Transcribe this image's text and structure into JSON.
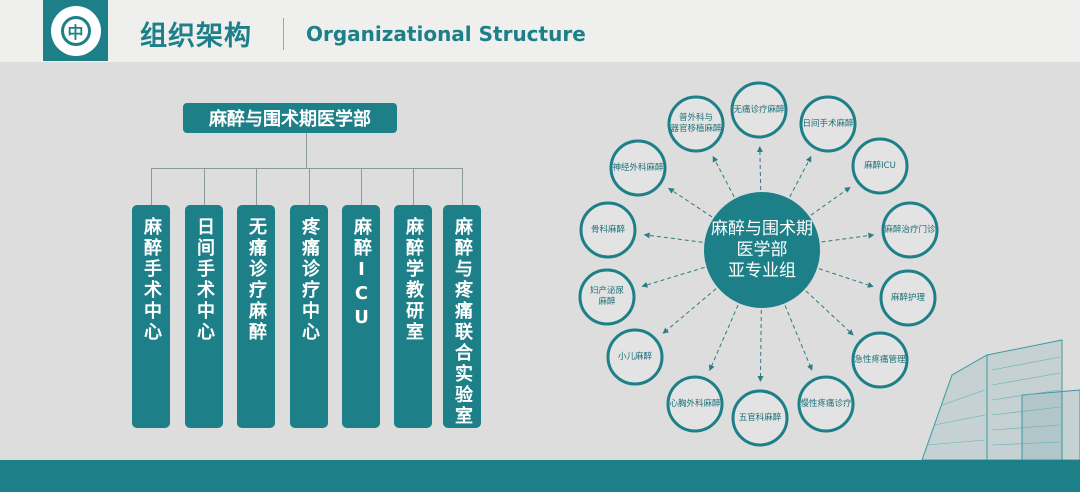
{
  "header": {
    "title_cn": "组织架构",
    "title_en": "Organizational Structure"
  },
  "org_chart": {
    "root": "麻醉与围术期医学部",
    "departments": [
      "麻醉手术中心",
      "日间手术中心",
      "无痛诊疗麻醉",
      "疼痛诊疗中心",
      "麻醉ICU",
      "麻醉学教研室",
      "麻醉与疼痛联合实验室"
    ]
  },
  "radial": {
    "center": [
      "麻醉与围术期",
      "医学部",
      "亚专业组"
    ],
    "groups": [
      "无痛诊疗麻醉",
      "日间手术麻醉",
      "麻醉ICU",
      "麻醉治疗门诊",
      "麻醉护理",
      "急性疼痛管理",
      "慢性疼痛诊疗",
      "五官科麻醉",
      "心胸外科麻醉",
      "小儿麻醉",
      "妇产泌尿\n麻醉",
      "骨科麻醉",
      "神经外科麻醉",
      "普外科与\n器官移植麻醉"
    ]
  },
  "colors": {
    "teal": "#1d7f88",
    "background": "#dcdddc"
  }
}
